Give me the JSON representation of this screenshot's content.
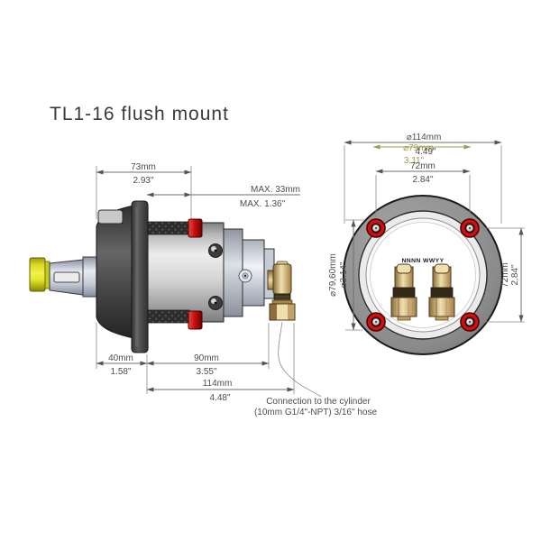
{
  "title": "TL1-16 flush mount",
  "side_view": {
    "dim_width_top_mm": "73mm",
    "dim_width_top_in": "2.93\"",
    "dim_max_mm": "MAX. 33mm",
    "dim_max_in": "MAX. 1.36\"",
    "dim_bezel_mm": "40mm",
    "dim_bezel_in": "1.58\"",
    "dim_body_mm": "90mm",
    "dim_body_in": "3.55\"",
    "dim_total_mm": "114mm",
    "dim_total_in": "4.48\"",
    "note_line1": "Connection to the cylinder",
    "note_line2": "(10mm G1/4\"-NPT) 3/16\" hose"
  },
  "rear_view": {
    "stamp": "NNNN WWYY",
    "dim_outer_dia_mm": "⌀114mm",
    "dim_outer_dia_in": "4.49\"",
    "dim_overlay_dia_mm": "⌀79mm",
    "dim_overlay_dia_in": "3.11\"",
    "dim_bolt_h_mm": "72mm",
    "dim_bolt_h_in": "2.84\"",
    "dim_inner_dia_mm": "⌀79,60mm",
    "dim_inner_dia_in": "⌀3.14\"",
    "dim_bolt_v_mm": "72mm",
    "dim_bolt_v_in": "2.84\""
  },
  "colors": {
    "accent_red": "#cf1212",
    "brass": "#e9d7a4",
    "olive_dim": "#9c9c4e",
    "steel": "#c9cfdb"
  }
}
